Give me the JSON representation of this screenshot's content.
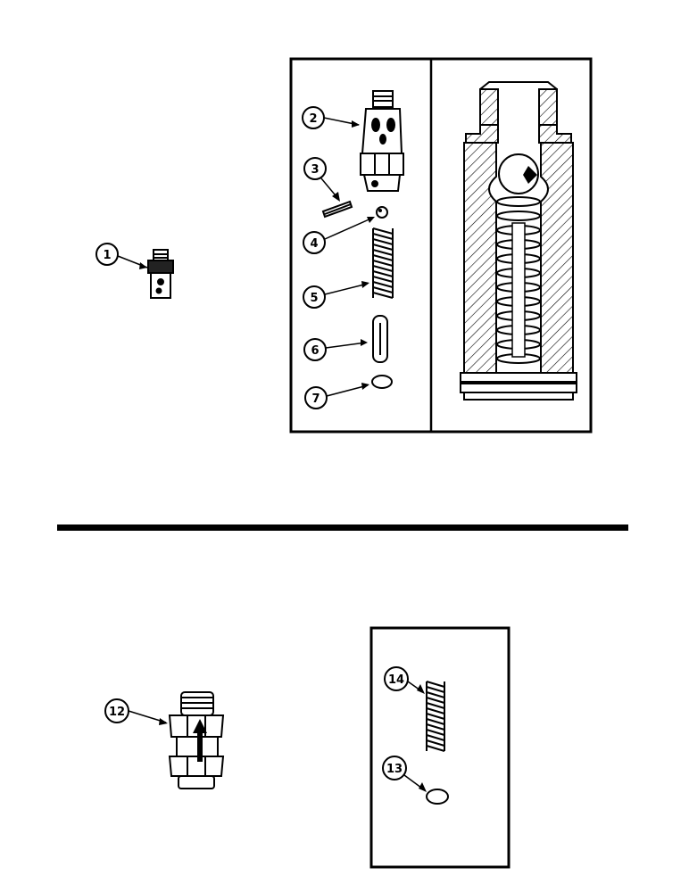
{
  "callouts": {
    "c1": "1",
    "c2": "2",
    "c3": "3",
    "c4": "4",
    "c5": "5",
    "c6": "6",
    "c7": "7",
    "c12": "12",
    "c13": "13",
    "c14": "14"
  },
  "colors": {
    "ink": "#000000",
    "paper": "#ffffff"
  }
}
